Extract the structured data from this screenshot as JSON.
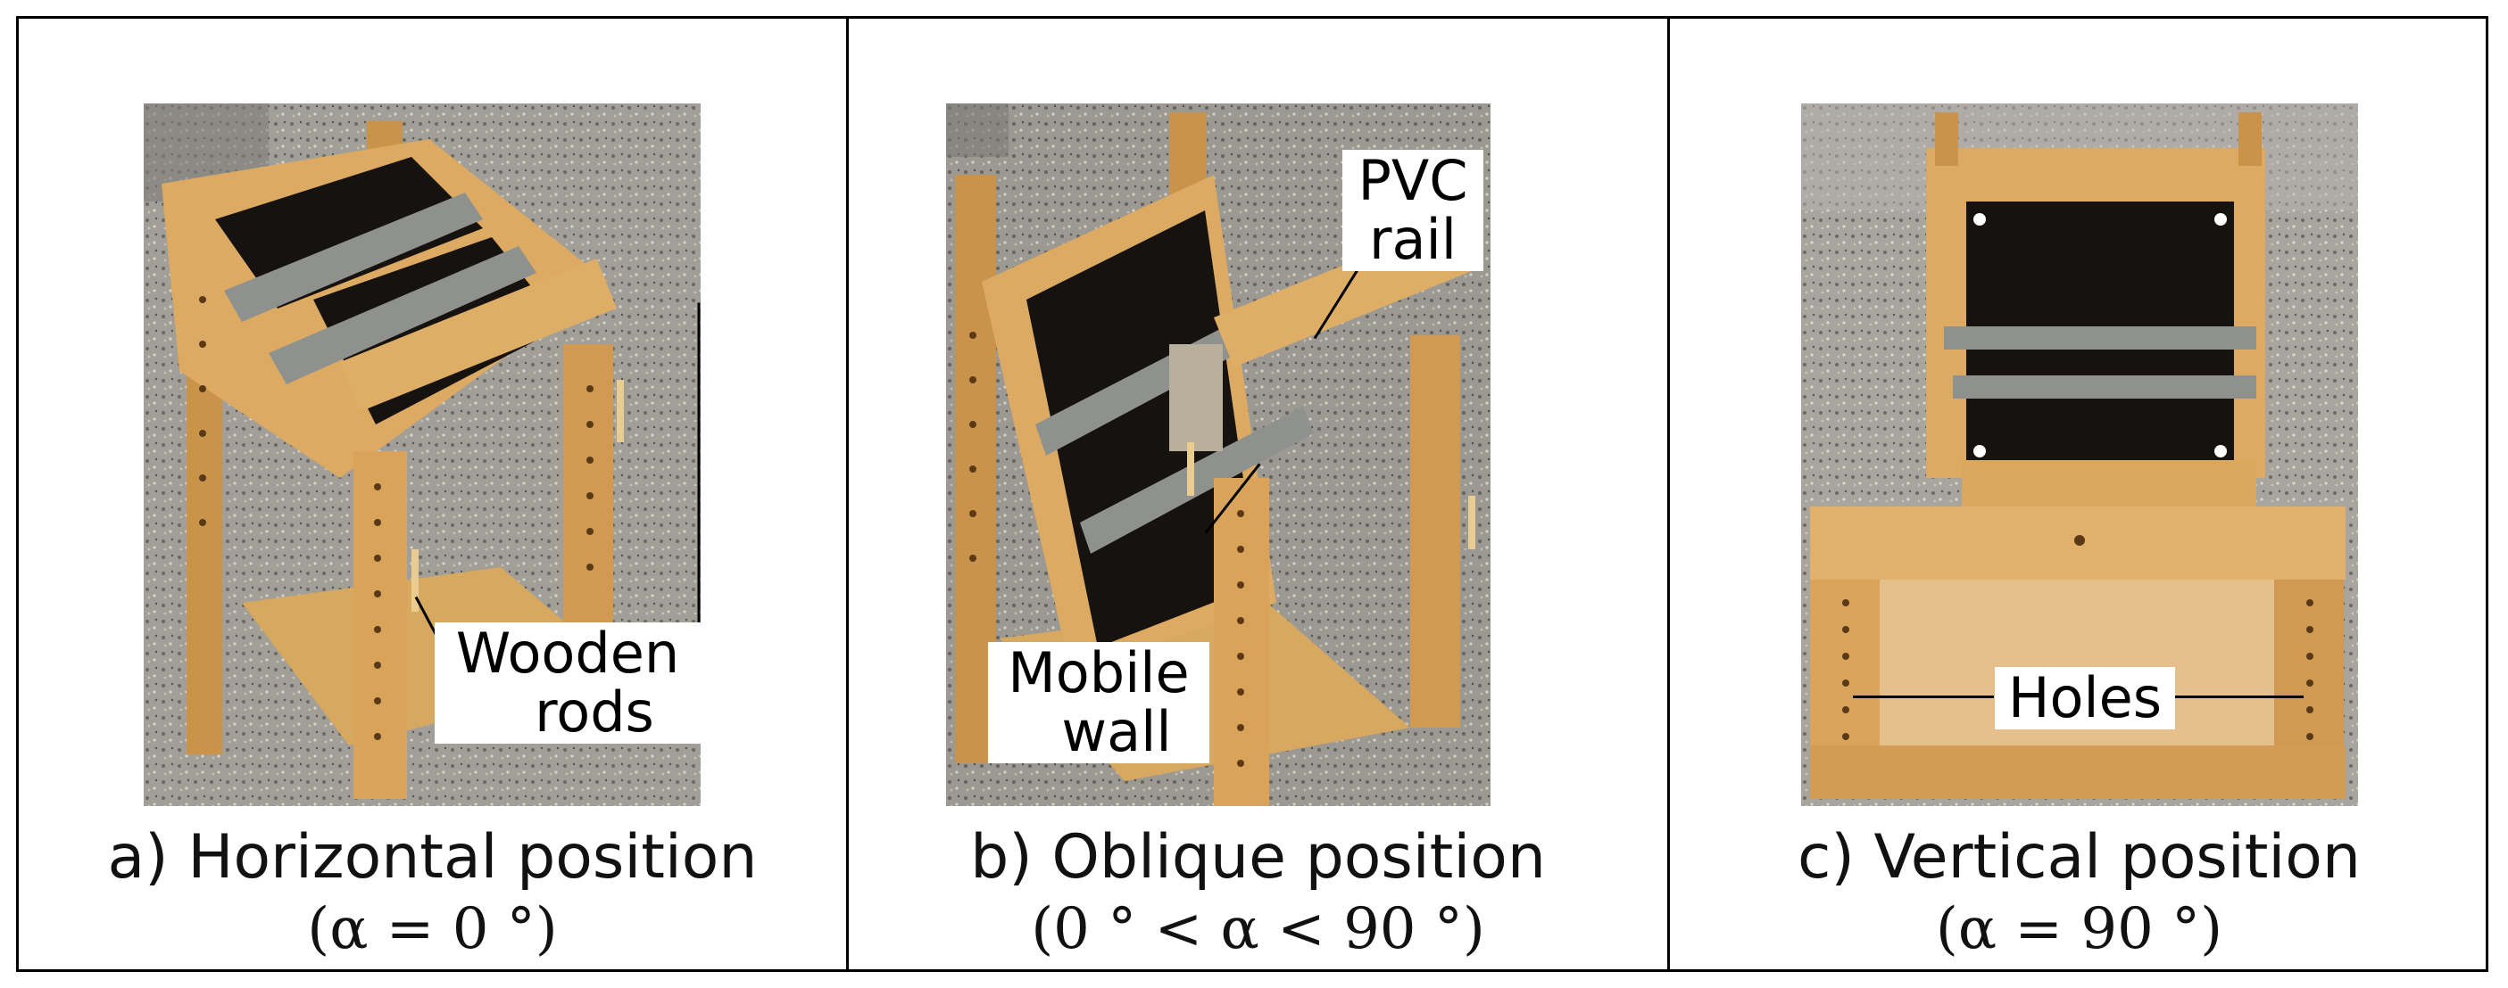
{
  "panels": [
    {
      "caption_line1": "a) Horizontal position",
      "caption_line2": "(α = 0 °)",
      "labels": [
        {
          "text_l1": "Wooden",
          "text_l2": "rods"
        }
      ]
    },
    {
      "caption_line1": "b) Oblique position",
      "caption_line2": "(0 ° < α < 90 °)",
      "labels": [
        {
          "text_l1": "PVC",
          "text_l2": "rail"
        },
        {
          "text_l1": "Mobile",
          "text_l2": "wall"
        }
      ]
    },
    {
      "caption_line1": "c) Vertical position",
      "caption_line2": "(α = 90 °)",
      "labels": [
        {
          "text_l1": "Holes"
        }
      ]
    }
  ],
  "colors": {
    "wood": "#d9a85c",
    "wood_dark": "#b9833c",
    "plate": "#161311",
    "rail": "#8d8f8e",
    "floor": "#9e9a94"
  }
}
